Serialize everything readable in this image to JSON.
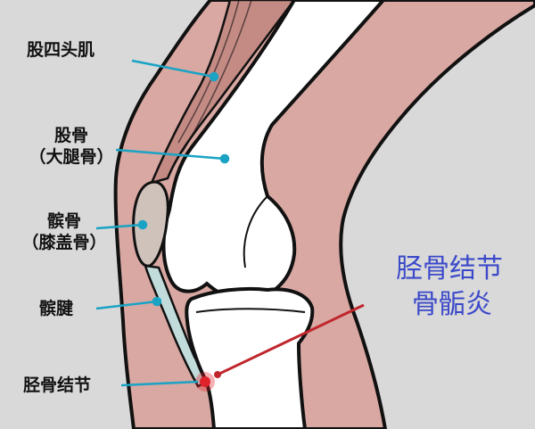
{
  "labels": {
    "quadriceps": "股四头肌",
    "femur": "股骨",
    "femur_alt": "（大腿骨）",
    "patella": "髌骨",
    "patella_alt": "（膝盖骨）",
    "patellar_tendon": "髌腱",
    "tibial_tuberosity": "胫骨结节"
  },
  "callout": {
    "line1": "胫骨结节",
    "line2": "骨骺炎"
  },
  "colors": {
    "background": "#d9d9d9",
    "skin_muscle": "#d9a8a2",
    "muscle_band": "#c48a84",
    "bone": "#ffffff",
    "patella": "#cfc2bb",
    "tendon": "#c2dcdc",
    "leader_line": "#1aa3c4",
    "callout_text": "#3b49c9",
    "callout_line": "#c0262c",
    "inflammation": "#e0232b"
  }
}
